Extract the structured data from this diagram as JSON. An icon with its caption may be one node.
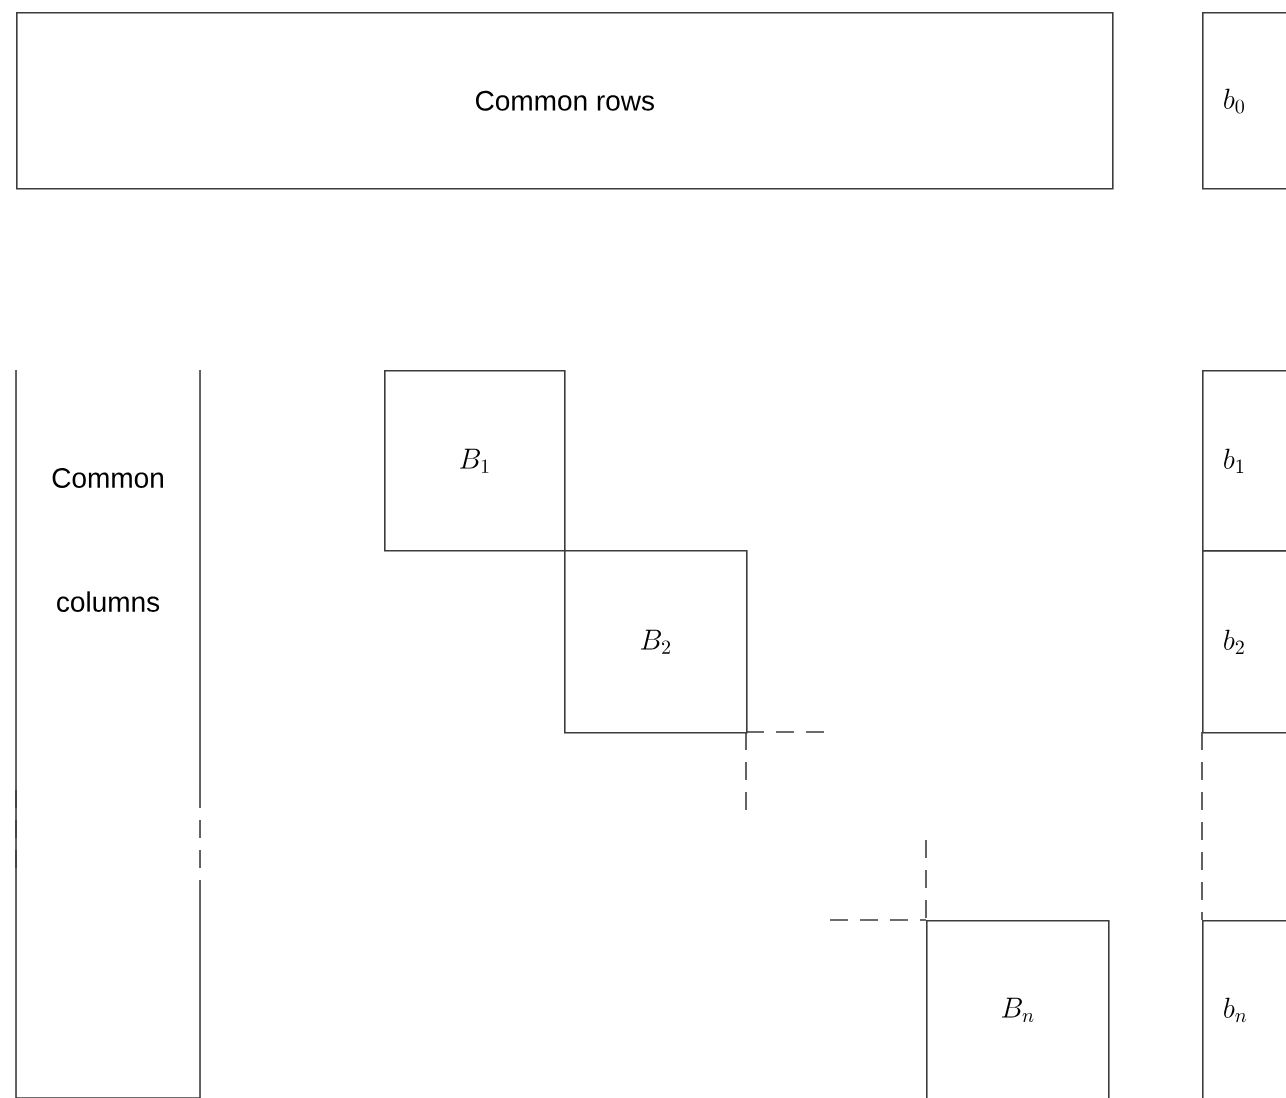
{
  "diagram": {
    "nodes": [
      {
        "text": [
          "Common rows"
        ]
      },
      {
        "text": [
          "b_0"
        ]
      },
      {
        "text": [
          "Common columns"
        ]
      },
      {
        "text": [
          "B_1"
        ]
      },
      {
        "text": [
          "B_2"
        ]
      },
      {
        "text": [
          "B_n"
        ]
      },
      {
        "text": [
          "b_1"
        ]
      },
      {
        "text": [
          "b_2"
        ]
      },
      {
        "text": [
          "b_n"
        ]
      }
    ]
  }
}
